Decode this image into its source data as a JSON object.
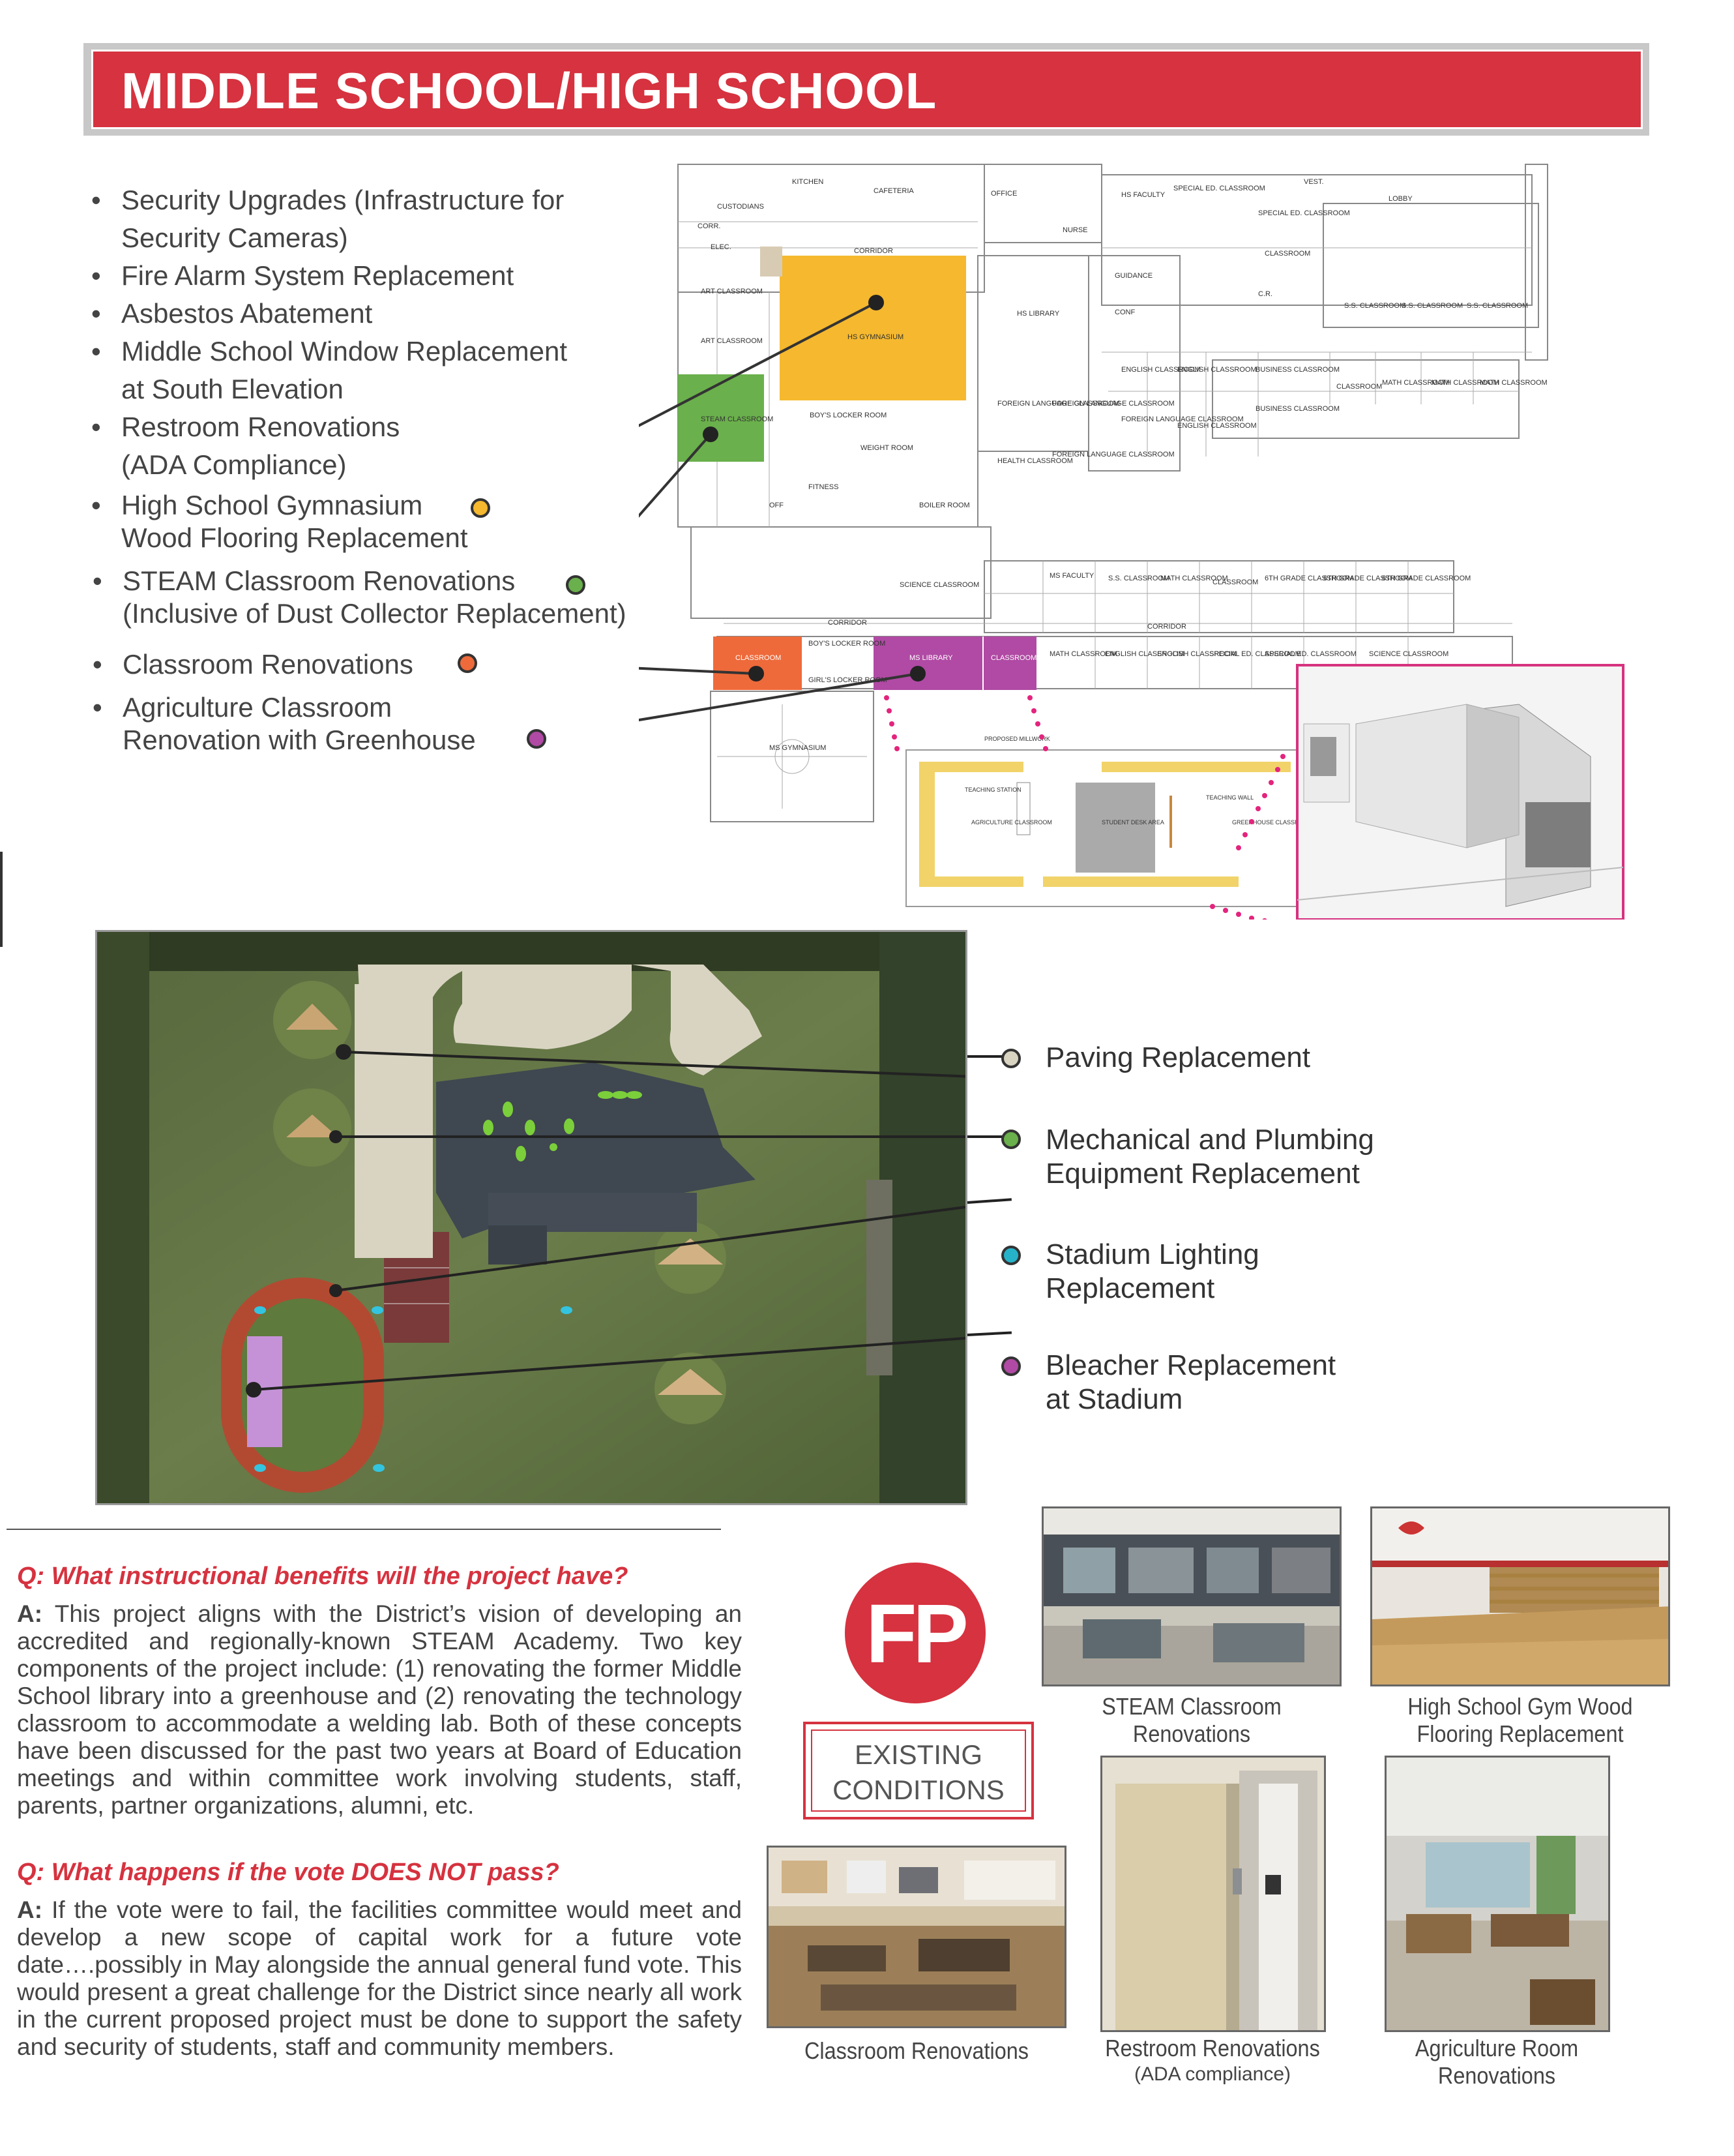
{
  "header": {
    "title": "MIDDLE SCHOOL/HIGH SCHOOL"
  },
  "bullets": [
    {
      "text1": "Security Upgrades (Infrastructure for",
      "text2": "Security Cameras)"
    },
    {
      "text1": "Fire Alarm System Replacement"
    },
    {
      "text1": "Asbestos Abatement"
    },
    {
      "text1": "Middle School Window Replacement",
      "text2": "at South Elevation"
    },
    {
      "text1": "Restroom Renovations",
      "text2": "(ADA Compliance)"
    },
    {
      "text1": "High School Gymnasium",
      "text2": "Wood Flooring Replacement",
      "marker_color": "#f5b82e"
    },
    {
      "text1": "STEAM Classroom Renovations",
      "text2": "(Inclusive of Dust Collector Replacement)",
      "marker_color": "#6ab04c"
    },
    {
      "text1": "Classroom Renovations",
      "marker_color": "#ee6a3a"
    },
    {
      "text1": "Agriculture Classroom",
      "text2": "Renovation with Greenhouse",
      "marker_color": "#b04aa4"
    }
  ],
  "floorplan": {
    "labels": {
      "kitchen": "KITCHEN",
      "cafeteria": "CAFETERIA",
      "custodians": "CUSTODIANS",
      "corr": "CORR.",
      "elec": "ELEC.",
      "corridor": "CORRIDOR",
      "art_classroom": "ART CLASSROOM",
      "hs_gymnasium": "HS GYMNASIUM",
      "steam": "STEAM CLASSROOM",
      "boys_locker": "BOY'S LOCKER ROOM",
      "girls_locker": "GIRL'S LOCKER ROOM",
      "weight_room": "WEIGHT ROOM",
      "fitness": "FITNESS",
      "off": "OFF",
      "boiler": "BOILER ROOM",
      "science": "SCIENCE CLASSROOM",
      "hs_library": "HS LIBRARY",
      "nurse": "NURSE",
      "guidance": "GUIDANCE",
      "conf": "CONF",
      "hs_faculty": "HS FACULTY",
      "special_ed": "SPECIAL ED. CLASSROOM",
      "classroom": "CLASSROOM",
      "lobby": "LOBBY",
      "vest": "VEST.",
      "cr": "C.R.",
      "ss_classroom": "S.S. CLASSROOM",
      "english": "ENGLISH CLASSROOM",
      "foreign_lang": "FOREIGN LANGUAGE CLASSROOM",
      "business": "BUSINESS CLASSROOM",
      "math": "MATH CLASSROOM",
      "health": "HEALTH CLASSROOM",
      "ms_faculty": "MS FACULTY",
      "sixth_grade": "6TH GRADE CLASSROOM",
      "ms_library": "MS LIBRARY",
      "ms_gymnasium": "MS GYMNASIUM",
      "proposed_millwork": "PROPOSED MILLWORK",
      "teaching_station": "TEACHING STATION",
      "agriculture": "AGRICULTURE CLASSROOM",
      "student_desk": "STUDENT DESK AREA",
      "teaching_wall": "TEACHING WALL",
      "greenhouse": "GREENHOUSE CLASSROOM",
      "office": "OFFICE"
    }
  },
  "site_legend": [
    {
      "text1": "Paving Replacement",
      "color": "#d9d4c2"
    },
    {
      "text1": "Mechanical and Plumbing",
      "text2": "Equipment Replacement",
      "color": "#6ab04c"
    },
    {
      "text1": "Stadium Lighting",
      "text2": "Replacement",
      "color": "#26b3c9"
    },
    {
      "text1": "Bleacher Replacement",
      "text2": "at Stadium",
      "color": "#b04aa4"
    }
  ],
  "qa": [
    {
      "question": "Q:  What instructional benefits will the project have?",
      "answer_prefix": "A:",
      "answer": "This project aligns with the District’s vision of developing an accredited and regionally-known STEAM Academy.  Two key components of the project include:  (1) renovating the former Middle School library into a greenhouse and (2) renovating the technology classroom to accommodate a welding lab.  Both of these concepts have been discussed for the past two years at Board of Education meetings and within committee work involving students, staff, parents, partner organizations, alumni, etc."
    },
    {
      "question": "Q:  What happens if the vote DOES NOT pass?",
      "answer_prefix": "A:",
      "answer": "If the vote were to fail, the facilities committee would meet and develop a new scope of capital work for a future vote date….possibly in May alongside the annual general fund vote.  This would present a great challenge for the District since nearly all work in the current proposed project must be done to support the safety and security of students, staff and community members."
    }
  ],
  "logo": {
    "text": "FP"
  },
  "existing": {
    "line1": "EXISTING",
    "line2": "CONDITIONS"
  },
  "photos": {
    "steam": {
      "caption1": "STEAM Classroom",
      "caption2": "Renovations"
    },
    "gym": {
      "caption1": "High School Gym Wood",
      "caption2": "Flooring Replacement"
    },
    "classroom": {
      "caption1": "Classroom Renovations"
    },
    "restroom": {
      "caption1": "Restroom Renovations",
      "caption2": "(ADA compliance)"
    },
    "agriculture": {
      "caption1": "Agriculture Room",
      "caption2": "Renovations"
    }
  }
}
